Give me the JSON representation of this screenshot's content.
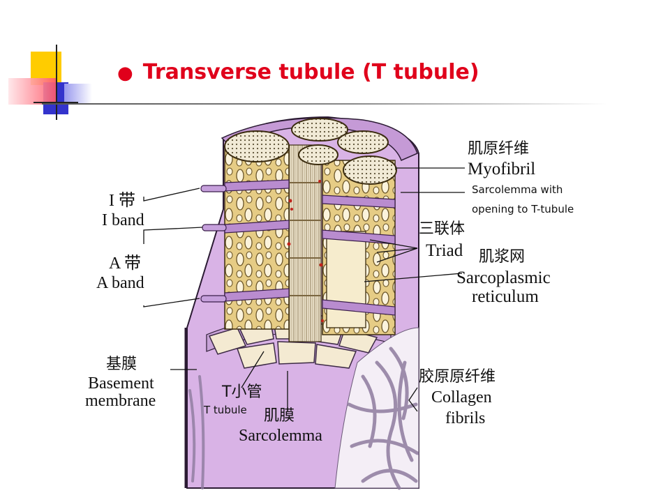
{
  "slide": {
    "title": "Transverse tubule (T tubule)",
    "bullet": "●",
    "colors": {
      "title": "#e0001b",
      "deco_yellow": "#ffcc00",
      "deco_blue": "#3333cc",
      "deco_red": "#ff5566",
      "fiber_lilac": "#d9b3e6",
      "myofibril_tan": "#e3c98a",
      "collagen_white": "#f4eef6"
    }
  },
  "labels": {
    "myofibril_cn": "肌原纤维",
    "myofibril_en": "Myofibril",
    "sarcolemma_opening_line1": "Sarcolemma with",
    "sarcolemma_opening_line2": "opening to T-tubule",
    "triad_cn": "三联体",
    "triad_en": "Triad",
    "sr_cn": "肌浆网",
    "sr_en_line1": "Sarcoplasmic",
    "sr_en_line2": "reticulum",
    "iband_cn": "I 带",
    "iband_en": "I band",
    "aband_cn": "A 带",
    "aband_en": "A band",
    "basement_cn": "基膜",
    "basement_en_line1": "Basement",
    "basement_en_line2": "membrane",
    "ttubule_cn": "T小管",
    "ttubule_en": "T tubule",
    "sarcolemma_cn": "肌膜",
    "sarcolemma_en": "Sarcolemma",
    "collagen_cn": "胶原原纤维",
    "collagen_en_line1": "Collagen",
    "collagen_en_line2": "fibrils"
  }
}
